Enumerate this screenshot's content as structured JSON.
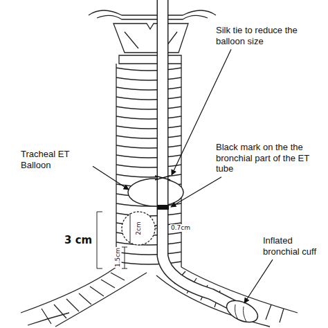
{
  "diagram": {
    "labels": [
      "Silk tie to reduce the balloon size",
      "Tracheal ET Balloon",
      "Black mark on the the bronchial part of the ET tube",
      "3 cm",
      "0.7cm",
      "2cm",
      "1.5cm",
      "Inflated bronchial cuff"
    ]
  }
}
